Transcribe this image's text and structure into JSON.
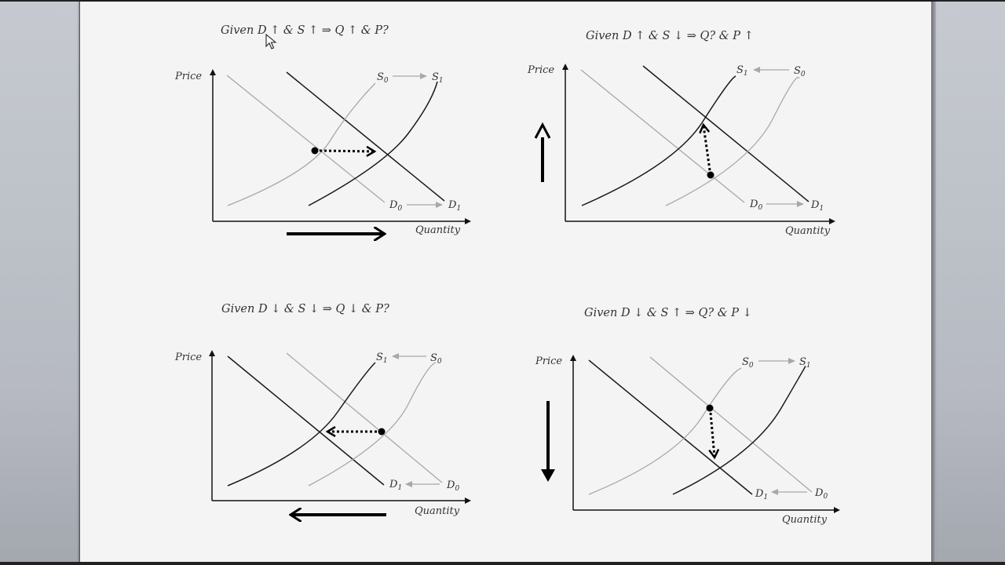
{
  "slide": {
    "background_color": "#f4f4f4",
    "frame_color": "#bcc2c8"
  },
  "colors": {
    "old_curve": "#a8a8a8",
    "new_curve": "#1a1a1a",
    "axis": "#111111",
    "arrow": "#000000"
  },
  "panels": [
    {
      "id": "top-left",
      "title": "Given D ↑ & S ↑   ⇒   Q ↑ & P?",
      "y_label": "Price",
      "x_label": "Quantity",
      "labels": {
        "s_left": "S",
        "s_left_sub": "0",
        "s_right": "S",
        "s_right_sub": "1",
        "d_left": "D",
        "d_left_sub": "0",
        "d_right": "D",
        "d_right_sub": "1"
      },
      "shift_direction": "right",
      "equilibrium_move": "right",
      "big_arrow": "right"
    },
    {
      "id": "top-right",
      "title": "Given D ↑ & S ↓   ⇒   Q? & P ↑",
      "y_label": "Price",
      "x_label": "Quantity",
      "labels": {
        "s_left": "S",
        "s_left_sub": "1",
        "s_right": "S",
        "s_right_sub": "0",
        "d_left": "D",
        "d_left_sub": "0",
        "d_right": "D",
        "d_right_sub": "1"
      },
      "shift_direction": "demand right, supply left",
      "equilibrium_move": "up",
      "big_arrow": "up"
    },
    {
      "id": "bottom-left",
      "title": "Given D ↓ & S ↓   ⇒   Q ↓ & P?",
      "y_label": "Price",
      "x_label": "Quantity",
      "labels": {
        "s_left": "S",
        "s_left_sub": "1",
        "s_right": "S",
        "s_right_sub": "0",
        "d_left": "D",
        "d_left_sub": "1",
        "d_right": "D",
        "d_right_sub": "0"
      },
      "shift_direction": "left",
      "equilibrium_move": "left",
      "big_arrow": "left"
    },
    {
      "id": "bottom-right",
      "title": "Given D ↓ & S ↑   ⇒   Q? & P ↓",
      "y_label": "Price",
      "x_label": "Quantity",
      "labels": {
        "s_left": "S",
        "s_left_sub": "0",
        "s_right": "S",
        "s_right_sub": "1",
        "d_left": "D",
        "d_left_sub": "1",
        "d_right": "D",
        "d_right_sub": "0"
      },
      "shift_direction": "demand left, supply right",
      "equilibrium_move": "down",
      "big_arrow": "down"
    }
  ]
}
